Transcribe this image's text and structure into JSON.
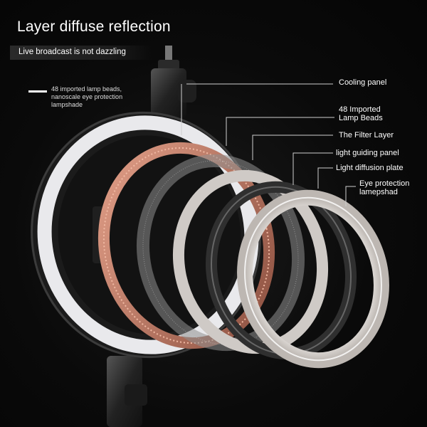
{
  "title": "Layer diffuse reflection",
  "subtitle": "Live broadcast is not dazzling",
  "left_note": {
    "line1": "48 imported lamp beads,",
    "line2": "nanoscale eye protection",
    "line3": "lampshade"
  },
  "callouts": {
    "cooling_panel": "Cooling panel",
    "lamp_beads_1": "48 Imported",
    "lamp_beads_2": "Lamp Beads",
    "filter_layer": "The Filter Layer",
    "light_guiding_panel": "light guiding panel",
    "light_diffusion_plate": "Light diffusion plate",
    "eye_protection_1": "Eye protection",
    "eye_protection_2": "lamepshad"
  },
  "colors": {
    "background": "#0a0a0a",
    "text": "#ffffff",
    "bead_ring": "#c9826a",
    "diffusion_ring": "#d9d2cc",
    "dark_ring": "#3a3a3a"
  }
}
